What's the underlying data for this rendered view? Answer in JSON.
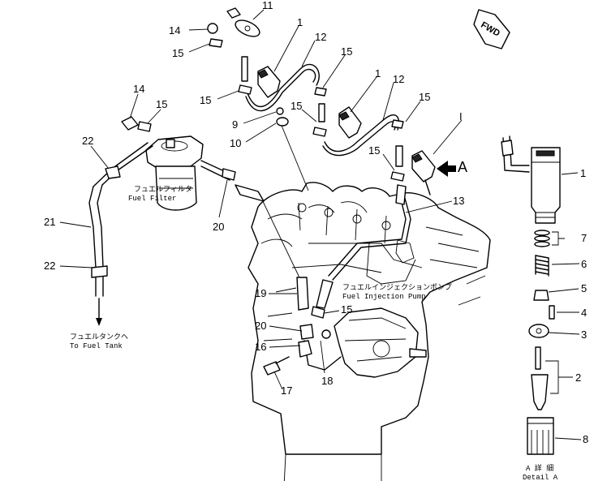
{
  "callouts": [
    {
      "id": "c11",
      "text": "11"
    },
    {
      "id": "c14a",
      "text": "14"
    },
    {
      "id": "c15a",
      "text": "15"
    },
    {
      "id": "c1a",
      "text": "1"
    },
    {
      "id": "c12a",
      "text": "12"
    },
    {
      "id": "c15b",
      "text": "15"
    },
    {
      "id": "c15c",
      "text": "15"
    },
    {
      "id": "c1b",
      "text": "1"
    },
    {
      "id": "c12b",
      "text": "12"
    },
    {
      "id": "c9",
      "text": "9"
    },
    {
      "id": "c10",
      "text": "10"
    },
    {
      "id": "c15d",
      "text": "15"
    },
    {
      "id": "c15e",
      "text": "15"
    },
    {
      "id": "cI",
      "text": "I"
    },
    {
      "id": "c15f",
      "text": "15"
    },
    {
      "id": "c13",
      "text": "13"
    },
    {
      "id": "c14b",
      "text": "14"
    },
    {
      "id": "c15g",
      "text": "15"
    },
    {
      "id": "c22a",
      "text": "22"
    },
    {
      "id": "c20a",
      "text": "20"
    },
    {
      "id": "c21",
      "text": "21"
    },
    {
      "id": "c22b",
      "text": "22"
    },
    {
      "id": "c19",
      "text": "19"
    },
    {
      "id": "c20b",
      "text": "20"
    },
    {
      "id": "c15h",
      "text": "15"
    },
    {
      "id": "c16",
      "text": "16"
    },
    {
      "id": "c18",
      "text": "18"
    },
    {
      "id": "c17",
      "text": "17"
    },
    {
      "id": "d1",
      "text": "1"
    },
    {
      "id": "d7",
      "text": "7"
    },
    {
      "id": "d6",
      "text": "6"
    },
    {
      "id": "d5",
      "text": "5"
    },
    {
      "id": "d4",
      "text": "4"
    },
    {
      "id": "d3",
      "text": "3"
    },
    {
      "id": "d2",
      "text": "2"
    },
    {
      "id": "d8",
      "text": "8"
    }
  ],
  "labels": {
    "fuel_filter_jp": "フュエルフィルタ",
    "fuel_filter_en": "Fuel Filter",
    "to_tank_jp": "フュエルタンクヘ",
    "to_tank_en": "To Fuel Tank",
    "pump_jp": "フュエルインジェクションポンプ",
    "pump_en": "Fuel Injection Pump",
    "detail_jp": "A 詳 細",
    "detail_en": "Detail A",
    "arrow_a": "A",
    "fwd": "FWD"
  },
  "icons": {
    "fwd_arrow": "fwd-arrow-icon",
    "view_arrow": "view-a-arrow-icon"
  }
}
